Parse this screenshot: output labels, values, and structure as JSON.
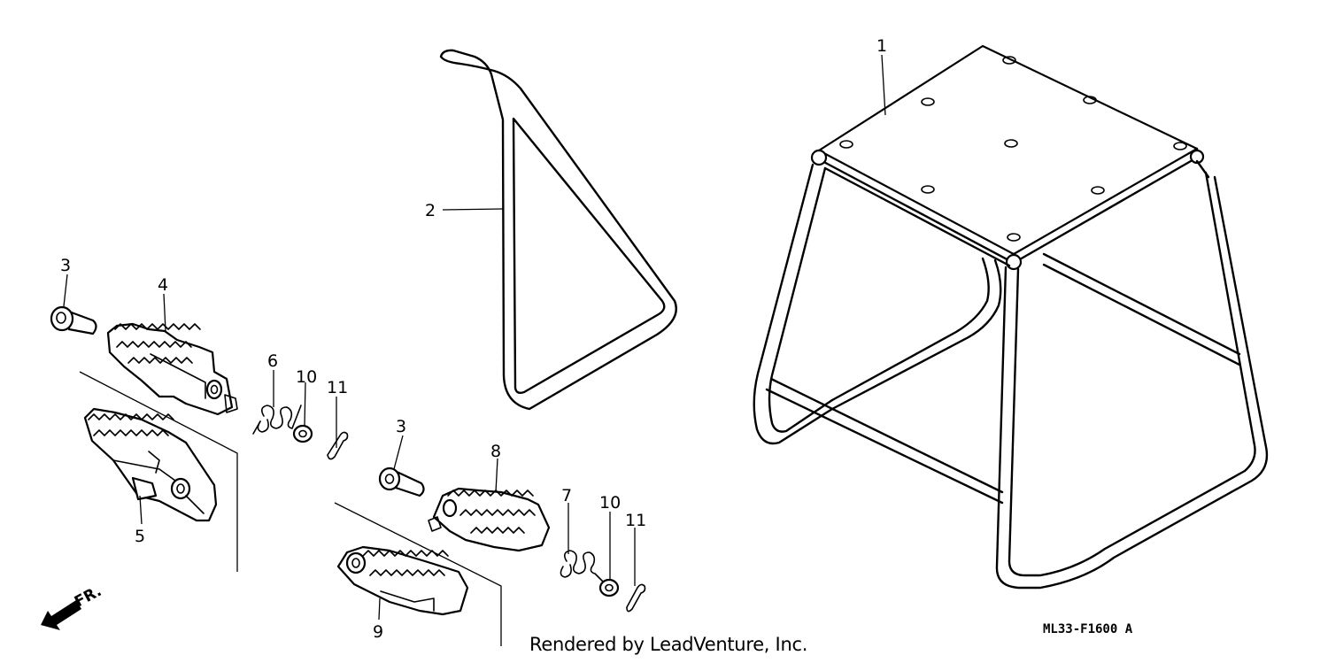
{
  "callouts": {
    "c1": "1",
    "c2": "2",
    "c3a": "3",
    "c3b": "3",
    "c4": "4",
    "c5": "5",
    "c6": "6",
    "c7": "7",
    "c8": "8",
    "c9": "9",
    "c10a": "10",
    "c10b": "10",
    "c11a": "11",
    "c11b": "11"
  },
  "front_indicator": "FR.",
  "credit": "Rendered by LeadVenture, Inc.",
  "diagram_code": "ML33-F1600 A"
}
